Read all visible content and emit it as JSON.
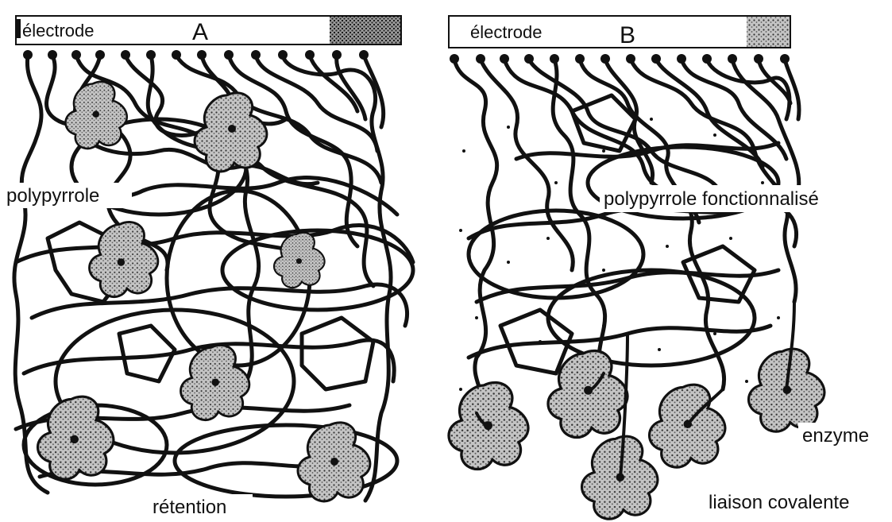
{
  "panel_a": {
    "electrode_label": "électrode",
    "panel_letter": "A",
    "polymer_label": "polypyrrole",
    "mechanism_label": "rétention"
  },
  "panel_b": {
    "electrode_label": "électrode",
    "panel_letter": "B",
    "polymer_label": "polypyrrole fonctionnalisé",
    "enzyme_label": "enzyme",
    "mechanism_label": "liaison covalente"
  },
  "colors": {
    "ink": "#111111",
    "enzyme_fill": "#bdbdbd",
    "background": "#ffffff"
  }
}
